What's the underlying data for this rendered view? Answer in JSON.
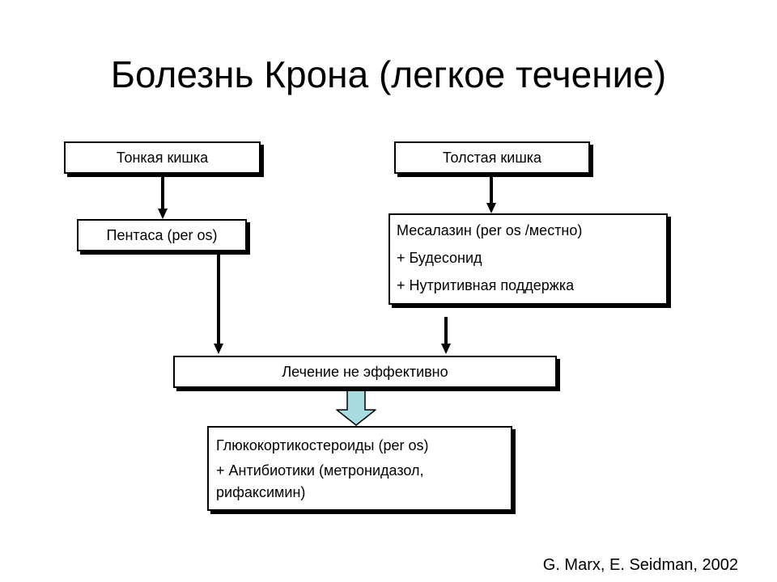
{
  "title": "Болезнь Крона (легкое течение)",
  "boxes": {
    "small_intestine": "Тонкая кишка",
    "large_intestine": "Толстая кишка",
    "pentasa": "Пентаса (per os)",
    "mesalazine": {
      "line1": "Месалазин (per os /местно)",
      "line2": "+ Будесонид",
      "line3": "+ Нутритивная поддержка"
    },
    "not_effective": "Лечение не эффективно",
    "glucocorticoids": {
      "line1": "Глюкокортикостероиды (per os)",
      "line2": "+ Антибиотики (метронидазол,",
      "line3": "рифаксимин)"
    }
  },
  "citation": "G. Marx, E. Seidman, 2002",
  "colors": {
    "block_arrow_fill": "#a8dce0",
    "stroke": "#000000"
  }
}
